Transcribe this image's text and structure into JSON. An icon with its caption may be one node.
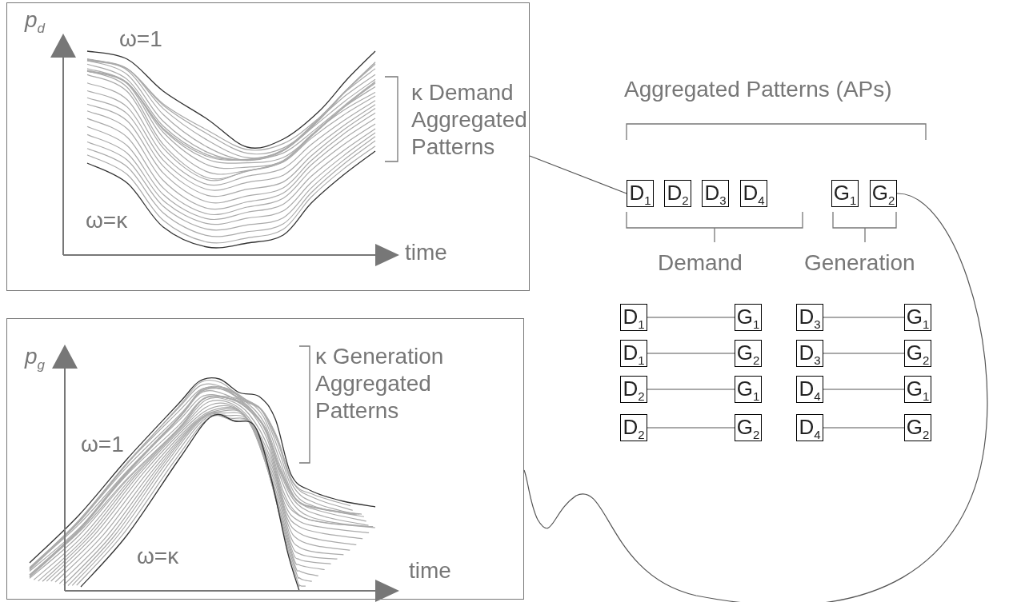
{
  "diagram": {
    "nodes": [
      {
        "text": [
          "p$_{d}$",
          "ω=1",
          "κ Demand Aggregated Patterns",
          "ω=κ",
          "time"
        ]
      },
      {
        "text": [
          "p$_{g}$",
          "κ Generation Aggregated Patterns",
          "ω=1",
          "ω=κ",
          "time"
        ]
      },
      {
        "text": [
          "D$_{1}$"
        ]
      },
      {
        "text": [
          "D$_{2}$"
        ]
      },
      {
        "text": [
          "D$_{3}$"
        ]
      },
      {
        "text": [
          "D$_{4}$"
        ]
      },
      {
        "text": [
          "G$_{1}$"
        ]
      },
      {
        "text": [
          "G$_{2}$"
        ]
      },
      {
        "text": [
          "D$_{1}$"
        ]
      },
      {
        "text": [
          "G$_{1}$"
        ]
      },
      {
        "text": [
          "D$_{3}$"
        ]
      },
      {
        "text": [
          "G$_{1}$"
        ]
      },
      {
        "text": [
          "D$_{1}$"
        ]
      },
      {
        "text": [
          "G$_{2}$"
        ]
      },
      {
        "text": [
          "D$_{3}$"
        ]
      },
      {
        "text": [
          "G$_{2}$"
        ]
      },
      {
        "text": [
          "D$_{2}$"
        ]
      },
      {
        "text": [
          "G$_{1}$"
        ]
      },
      {
        "text": [
          "D$_{4}$"
        ]
      },
      {
        "text": [
          "G$_{1}$"
        ]
      },
      {
        "text": [
          "D$_{2}$"
        ]
      },
      {
        "text": [
          "G$_{2}$"
        ]
      },
      {
        "text": [
          "D$_{4}$"
        ]
      },
      {
        "text": [
          "G$_{2}$"
        ]
      }
    ],
    "edges": [
      {
        "from": 0,
        "to": 2,
        "arrow": "none"
      },
      {
        "from": 7,
        "to": 1,
        "arrow": "none"
      },
      {
        "from": 8,
        "to": 9,
        "arrow": "none"
      },
      {
        "from": 10,
        "to": 11,
        "arrow": "none"
      },
      {
        "from": 12,
        "to": 13,
        "arrow": "none"
      },
      {
        "from": 14,
        "to": 15,
        "arrow": "none"
      },
      {
        "from": 16,
        "to": 17,
        "arrow": "none"
      },
      {
        "from": 18,
        "to": 19,
        "arrow": "none"
      },
      {
        "from": 20,
        "to": 21,
        "arrow": "none"
      },
      {
        "from": 22,
        "to": 23,
        "arrow": "none"
      }
    ],
    "labels": [
      "Aggregated Patterns (APs)",
      "Demand",
      "Generation"
    ]
  }
}
